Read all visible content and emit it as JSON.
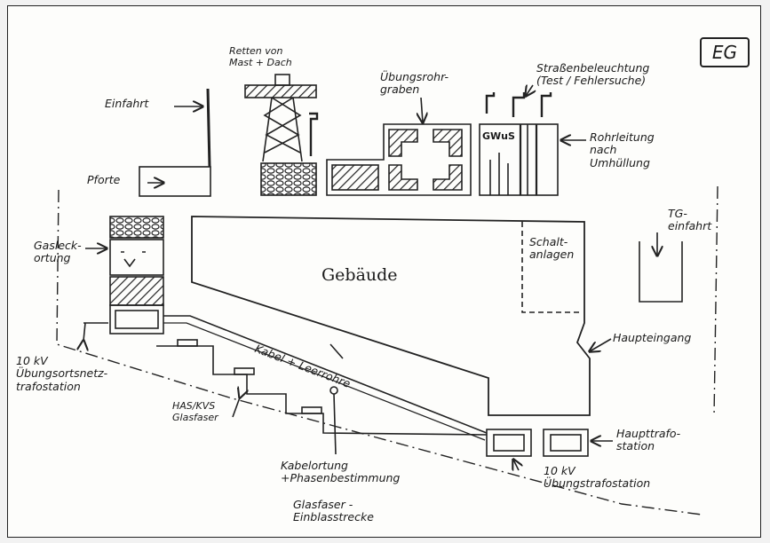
{
  "floor_badge": "EG",
  "labels": {
    "einfahrt": "Einfahrt",
    "pforte": "Pforte",
    "retten": "Retten von\nMast + Dach",
    "uebungsrohrgraben": "Übungsrohr-\ngraben",
    "strassenbeleuchtung": "Straßenbeleuchtung\n(Test / Fehlersuche)",
    "gwus": "GWuS",
    "rohrleitung": "Rohrleitung\nnach\nUmhüllung",
    "tg_einfahrt": "TG-\neinfahrt",
    "gasleckortung": "Gasleck-\nortung",
    "gebaeude": "Gebäude",
    "schaltanlagen": "Schalt-\nanlagen",
    "kabel": "Kabel + Leerrohre",
    "haupteingang": "Haupteingang",
    "ortsnetz": "10 kV\nÜbungsortsnetz-\ntrafostation",
    "has_kvs": "HAS/KVS\nGlasfaser",
    "kabelortung": "Kabelortung\n+Phasenbestimmung",
    "glasfaser": "Glasfaser -\nEinblasstrecke",
    "haupttrafo": "Haupttrafo-\nstation",
    "uebungstrafo": "10 kV\nÜbungstrafostation"
  },
  "colors": {
    "ink": "#1a1a1a",
    "paper": "#fdfdfb"
  }
}
